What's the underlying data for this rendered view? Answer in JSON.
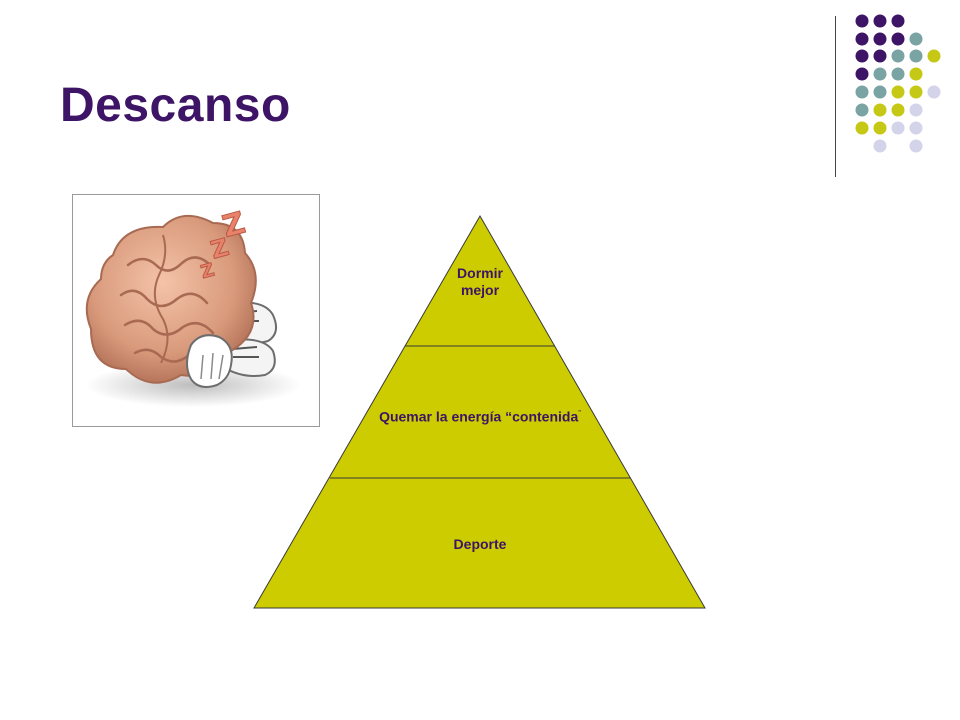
{
  "slide": {
    "title": "Descanso"
  },
  "decoration": {
    "dot_colors": {
      "purple": "#3d1466",
      "teal": "#7aa3a3",
      "olive": "#c5c814",
      "lavender": "#d3d3ea"
    }
  },
  "illustration": {
    "icon": "sleeping-brain-icon",
    "z_glyph": "Z"
  },
  "pyramid": {
    "fill_color": "#cccc00",
    "tiers": [
      {
        "line1": "Dormir",
        "line2": "mejor"
      },
      {
        "text": "Quemar la energía “contenida",
        "suffix": "”"
      },
      {
        "text": "Deporte"
      }
    ]
  }
}
